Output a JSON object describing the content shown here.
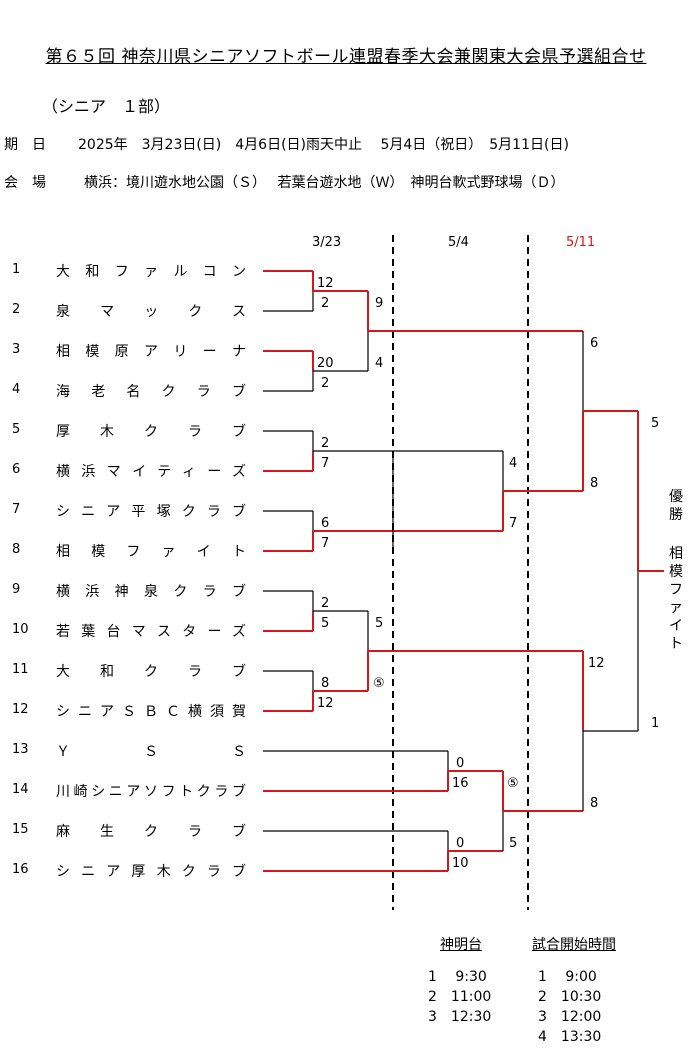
{
  "title": "第６５回 神奈川県シニアソフトボール連盟春季大会兼関東大会県予選組合せ",
  "subtitle": "（シニア　１部）",
  "schedule_row": {
    "label": "期　日",
    "value": "2025年　3月23日(日)　4月6日(日)雨天中止　 5月4日（祝日）　5月11日(日)"
  },
  "venue_row": {
    "label": "会　場",
    "value": "横浜：境川遊水地公園（Ｓ）　 若葉台遊水地（Ｗ）　神明台軟式野球場（Ｄ）"
  },
  "round_dates": [
    "3/23",
    "5/4",
    "5/11"
  ],
  "teams": [
    {
      "no": "1",
      "name": "大和ファルコン"
    },
    {
      "no": "2",
      "name": "泉マックス"
    },
    {
      "no": "3",
      "name": "相模原アリーナ"
    },
    {
      "no": "4",
      "name": "海老名クラブ"
    },
    {
      "no": "5",
      "name": "厚木クラブ"
    },
    {
      "no": "6",
      "name": "横浜マイティーズ"
    },
    {
      "no": "7",
      "name": "シニア平塚クラブ"
    },
    {
      "no": "8",
      "name": "相模ファイト"
    },
    {
      "no": "9",
      "name": "横浜神泉クラブ"
    },
    {
      "no": "10",
      "name": "若葉台マスターズ"
    },
    {
      "no": "11",
      "name": "大和クラブ"
    },
    {
      "no": "12",
      "name": "シニアＳＢＣ横須賀"
    },
    {
      "no": "13",
      "name": "ＹＳＳ"
    },
    {
      "no": "14",
      "name": "川崎シニアソフトクラブ"
    },
    {
      "no": "15",
      "name": "麻生クラブ"
    },
    {
      "no": "16",
      "name": "シニア厚木クラブ"
    }
  ],
  "scores": {
    "r1": [
      "12",
      "2",
      "20",
      "2",
      "2",
      "7",
      "6",
      "7",
      "2",
      "5",
      "8",
      "12",
      "0",
      "16",
      "0",
      "10"
    ],
    "r2": [
      "9",
      "4",
      "4",
      "7",
      "5",
      "⑤",
      "⑤",
      "5"
    ],
    "r3": [
      "6",
      "8",
      "12",
      "8"
    ],
    "final": [
      "5",
      "1"
    ]
  },
  "winner": {
    "label": "優勝",
    "team": "相模ファイト"
  },
  "venue_schedule": {
    "title": "神明台",
    "rows": [
      "1　 9:30",
      "2　11:00",
      "3　12:30"
    ]
  },
  "start_times": {
    "title": "試合開始時間",
    "rows": [
      "1　 9:00",
      "2　10:30",
      "3　12:00",
      "4　13:30"
    ]
  },
  "colors": {
    "win_line": "#d01a1a",
    "lose_line": "#000000",
    "final_date": "#d01a1a"
  }
}
